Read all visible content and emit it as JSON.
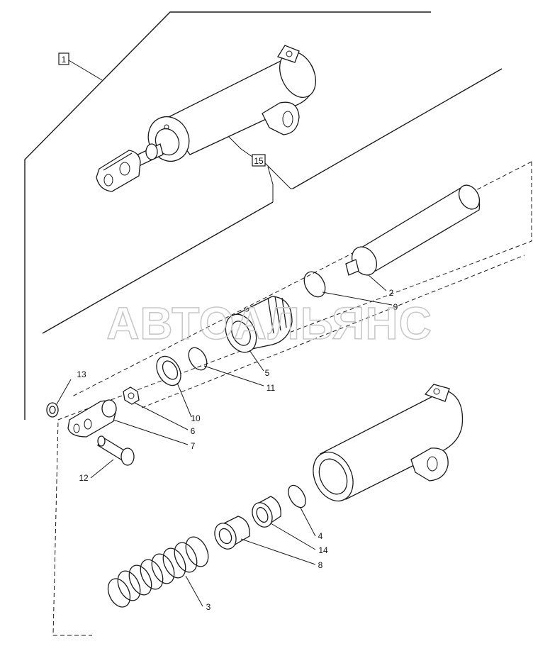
{
  "watermark": "АВТОАЛЬЯНС",
  "assembly_labels": [
    "1",
    "15"
  ],
  "part_labels": [
    "2",
    "9",
    "5",
    "11",
    "10",
    "13",
    "6",
    "7",
    "12",
    "4",
    "14",
    "8",
    "3"
  ]
}
